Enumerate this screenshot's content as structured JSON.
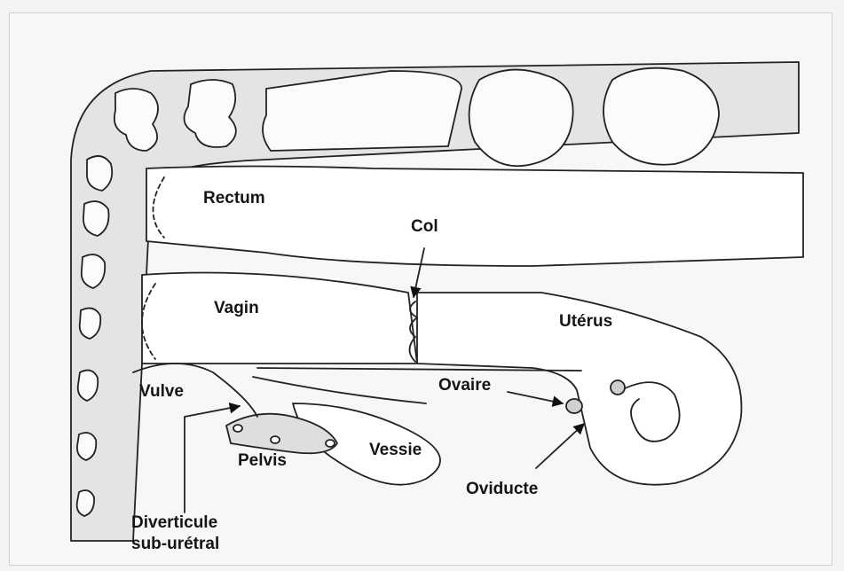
{
  "labels": {
    "rectum": "Rectum",
    "col": "Col",
    "vagin": "Vagin",
    "uterus": "Utérus",
    "ovaire": "Ovaire",
    "vulve": "Vulve",
    "vessie": "Vessie",
    "pelvis": "Pelvis",
    "oviducte": "Oviducte",
    "diverticule_line1": "Diverticule",
    "diverticule_line2": "sub-urétral"
  }
}
